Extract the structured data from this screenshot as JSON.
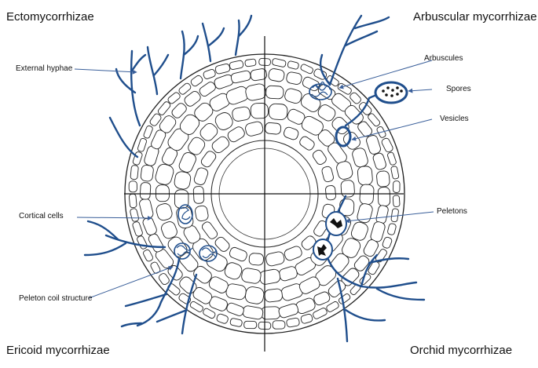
{
  "quadrants": {
    "top_left": "Ectomycorrhizae",
    "top_right": "Arbuscular mycorrhizae",
    "bottom_left": "Ericoid mycorrhizae",
    "bottom_right": "Orchid mycorrhizae"
  },
  "labels": {
    "external_hyphae": "External hyphae",
    "arbuscules": "Arbuscules",
    "spores": "Spores",
    "vesicles": "Vesicles",
    "cortical_cells": "Cortical cells",
    "peletons": "Peletons",
    "peleton_coil": "Peleton coil structure"
  },
  "colors": {
    "hyphae": "#1f4e8c",
    "cells": "#222222",
    "arrow": "#3a5f9a",
    "fill": "#ffffff"
  }
}
